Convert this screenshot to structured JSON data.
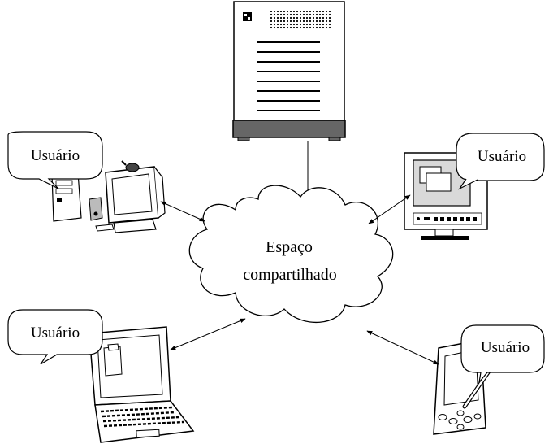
{
  "cloud": {
    "label_line1": "Espaço",
    "label_line2": "compartilhado"
  },
  "users": [
    {
      "id": "desktop",
      "label": "Usuário"
    },
    {
      "id": "monitor",
      "label": "Usuário"
    },
    {
      "id": "laptop",
      "label": "Usuário"
    },
    {
      "id": "pda",
      "label": "Usuário"
    }
  ],
  "devices": [
    "server",
    "desktop-computer",
    "crt-monitor",
    "laptop",
    "pda"
  ],
  "colors": {
    "stroke": "#000000",
    "fill": "#ffffff",
    "dark": "#555555",
    "screen": "#d9d9d9"
  }
}
